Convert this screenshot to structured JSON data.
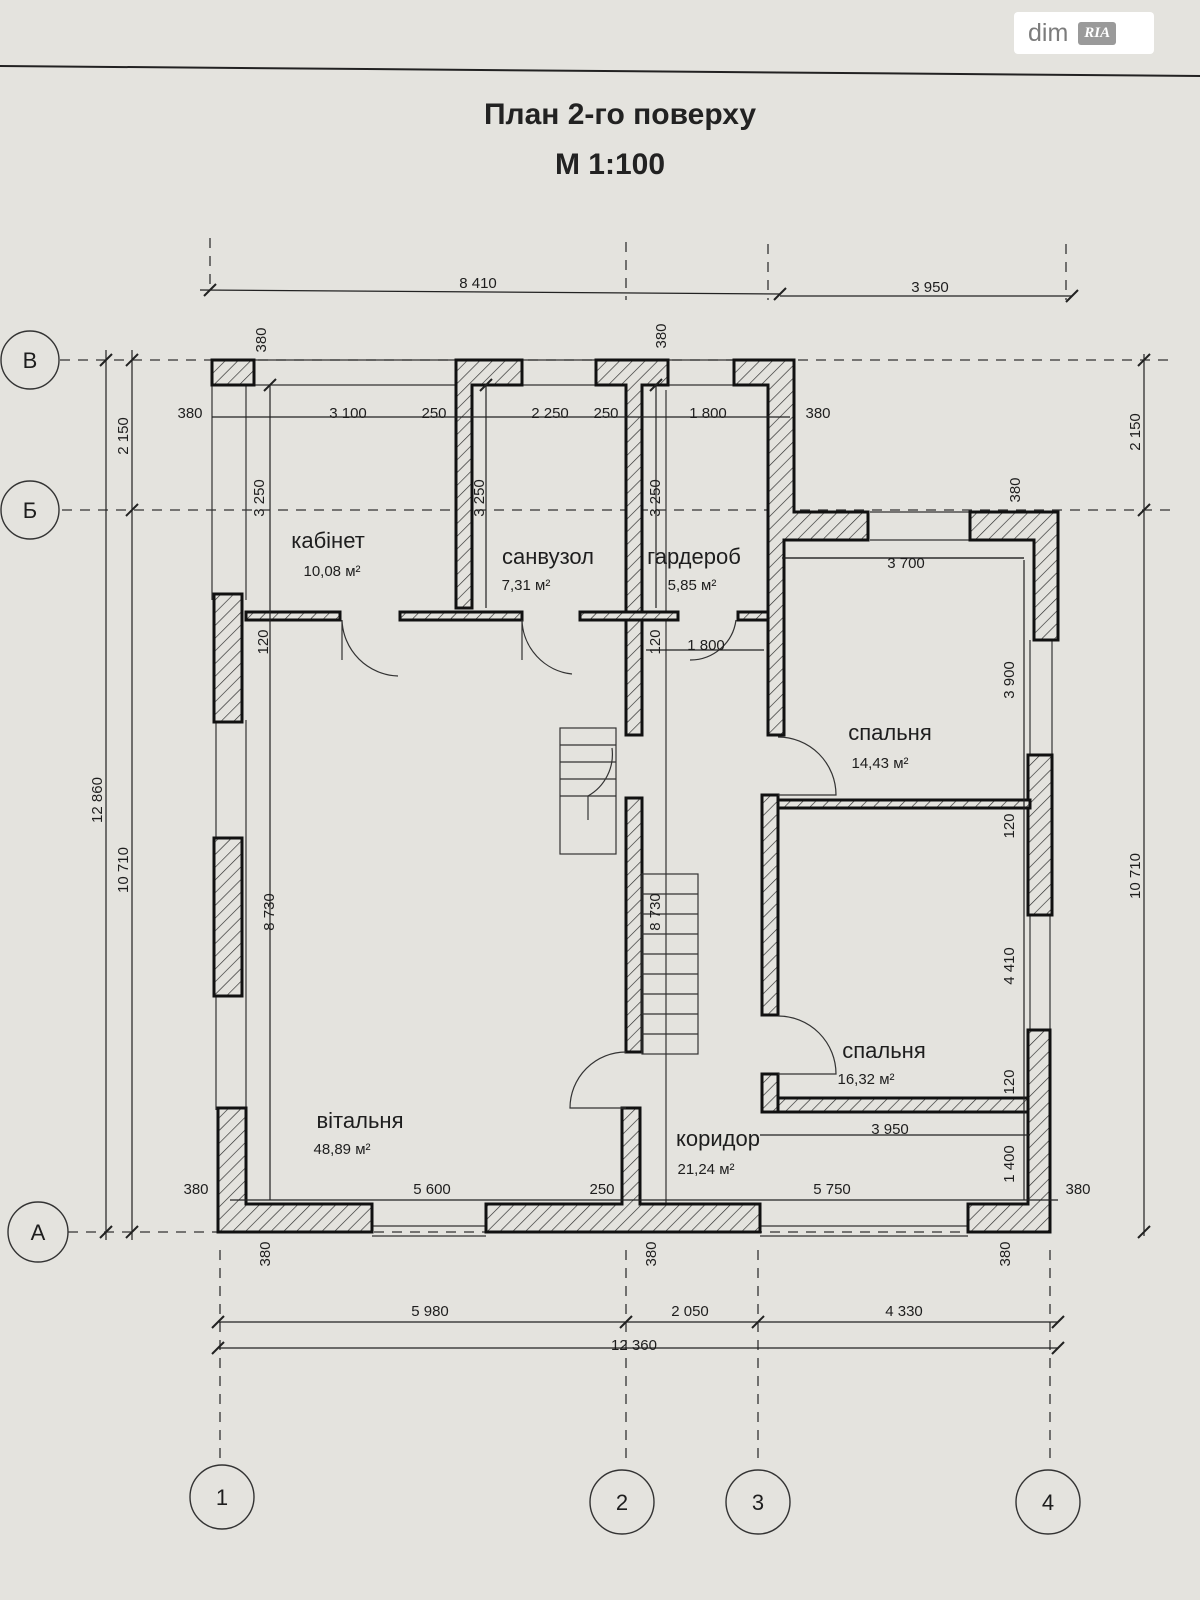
{
  "title": "План 2-го поверху",
  "scale": "М 1:100",
  "watermark": {
    "brand": "dim",
    "badge": "RIA"
  },
  "axes": {
    "a": "А",
    "b": "Б",
    "v": "В",
    "n1": "1",
    "n2": "2",
    "n3": "3",
    "n4": "4"
  },
  "rooms": {
    "kabinet": {
      "name": "кабінет",
      "area": "10,08 м²"
    },
    "sanvuzol": {
      "name": "санвузол",
      "area": "7,31 м²"
    },
    "garderob": {
      "name": "гардероб",
      "area": "5,85 м²"
    },
    "spalnia1": {
      "name": "спальня",
      "area": "14,43 м²"
    },
    "spalnia2": {
      "name": "спальня",
      "area": "16,32 м²"
    },
    "vitalnia": {
      "name": "вітальня",
      "area": "48,89 м²"
    },
    "korydor": {
      "name": "коридор",
      "area": "21,24 м²"
    }
  },
  "dims": {
    "top_8410": "8 410",
    "top_3950": "3 950",
    "top_380_a": "380",
    "top_380_b": "380",
    "top_380_c": "380",
    "r1_380": "380",
    "r1_3100": "3 100",
    "r1_250a": "250",
    "r1_2250": "2 250",
    "r1_250b": "250",
    "r1_1800": "1 800",
    "r1_380b": "380",
    "v_3250_a": "3 250",
    "v_3250_b": "3 250",
    "v_3250_c": "3 250",
    "sp_3700": "3 700",
    "sp_3900": "3 900",
    "sp_120_a": "120",
    "k_120": "120",
    "g_120": "120",
    "g_1800": "1 800",
    "l_8730": "8 730",
    "c_8730": "8 730",
    "sp_4410": "4 410",
    "sp_120_b": "120",
    "sp_3950": "3 950",
    "sp_1400": "1 400",
    "b_380_l": "380",
    "b_5600": "5 600",
    "b_250": "250",
    "b_5750": "5 750",
    "b_380_r": "380",
    "bv_380_l": "380",
    "bv_380_c": "380",
    "bv_380_r": "380",
    "b_5980": "5 980",
    "b_2050": "2 050",
    "b_4330": "4 330",
    "b_12360": "12 360",
    "left_2150": "2 150",
    "left_12860": "12 860",
    "left_10710": "10 710",
    "right_2150": "2 150",
    "right_10710": "10 710"
  }
}
